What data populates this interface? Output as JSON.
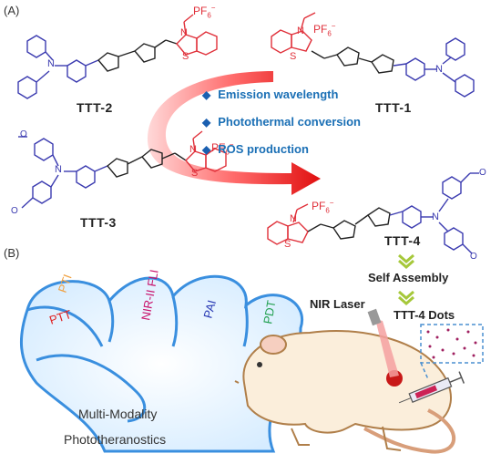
{
  "panels": {
    "a": "(A)",
    "b": "(B)"
  },
  "compounds": {
    "ttt1": "TTT-1",
    "ttt2": "TTT-2",
    "ttt3": "TTT-3",
    "ttt4": "TTT-4"
  },
  "counterion": "PF",
  "counterion_sub": "6",
  "counterion_sup": "−",
  "atoms": {
    "n": "N",
    "n_plus": "N",
    "s": "S",
    "o": "O"
  },
  "properties": [
    "Emission wavelength",
    "Photothermal conversion",
    "ROS production"
  ],
  "steps": {
    "self_assembly": "Self Assembly",
    "dots": "TTT-4 Dots",
    "laser": "NIR Laser"
  },
  "fist": {
    "modalities": [
      "PTT",
      "PTI",
      "NIR-II FLI",
      "PAI",
      "PDT"
    ],
    "caption_line1": "Multi-Modality",
    "caption_line2": "Phototheranostics"
  },
  "colors": {
    "donor": "#3b3bb0",
    "acceptor": "#e0303a",
    "bridge": "#222222",
    "bullet": "#1a6fb5",
    "arrow": "#e01a1a",
    "fist_outline": "#3a8fdf",
    "mouse_fill": "#fbeedb",
    "mouse_outline": "#b07f4a"
  }
}
